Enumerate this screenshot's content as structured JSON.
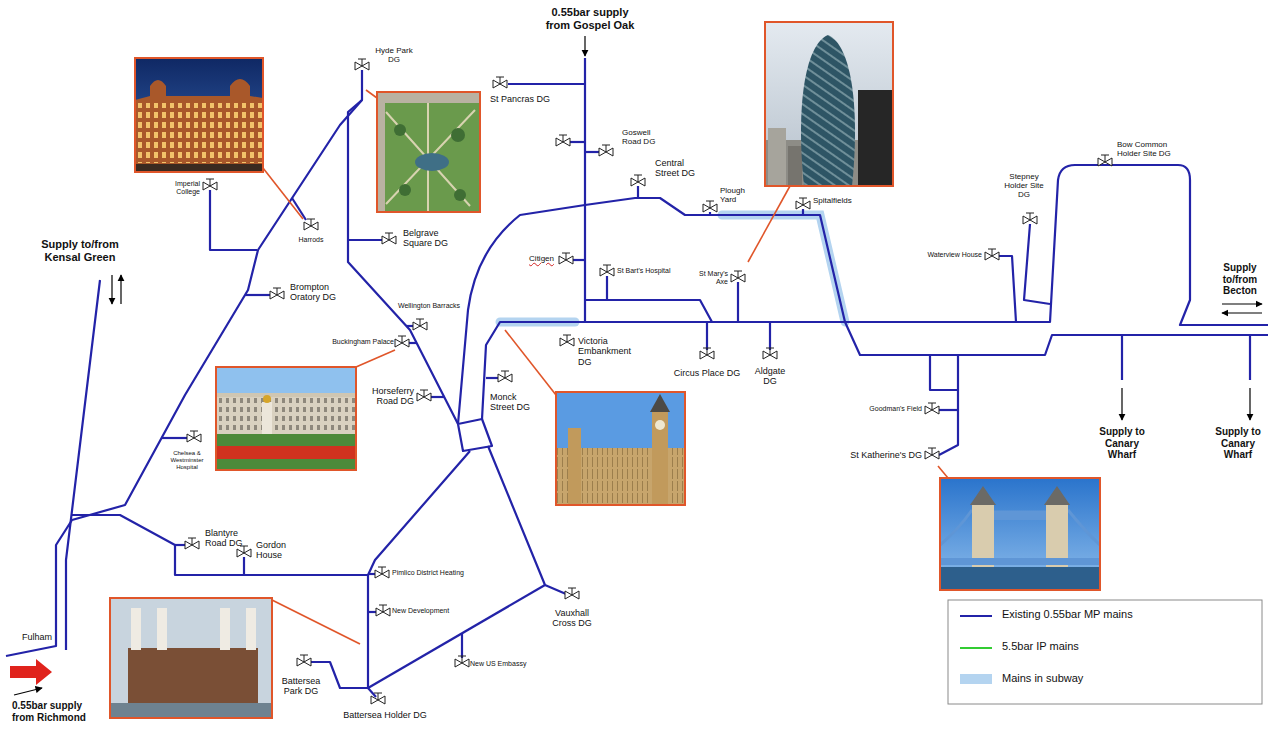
{
  "diagram": {
    "labels": [
      "0.55bar supply from Gospel Oak",
      "Hyde Park DG",
      "St Pancras DG",
      "Goswell Road DG",
      "Central Street DG",
      "Plough Yard",
      "Spitalfields",
      "Bow Common Holder Site DG",
      "Stepney Holder Site DG",
      "Imperial College",
      "Harrods",
      "Belgrave Square DG",
      "Citigen",
      "St Bart's Hospital",
      "St Mary's Axe",
      "Waterview House",
      "Supply to/from Kensal Green",
      "Brompton Oratory DG",
      "Wellington Barracks",
      "Supply to/from Becton",
      "Buckingham Palace",
      "Horseferry Road DG",
      "Monck Street DG",
      "Victoria Embankment DG",
      "Circus Place DG",
      "Aldgate DG",
      "Chelsea & Westminster Hospital",
      "Goodman's Field",
      "St Katherine's DG",
      "Supply to Canary Wharf",
      "Supply to Canary Wharf",
      "Blantyre Road DG",
      "Gordon House",
      "Pimlico District Heating",
      "New Development",
      "Vauxhall Cross DG",
      "New US Embassy",
      "Fulham",
      "Battersea Park DG",
      "Battersea Holder DG",
      "0.55bar supply from Richmond"
    ],
    "legend": [
      {
        "text": "Existing 0.55bar MP mains"
      },
      {
        "text": "5.5bar IP mains"
      },
      {
        "text": "Mains in subway",
        "color": "#b4d4f0"
      }
    ]
  }
}
